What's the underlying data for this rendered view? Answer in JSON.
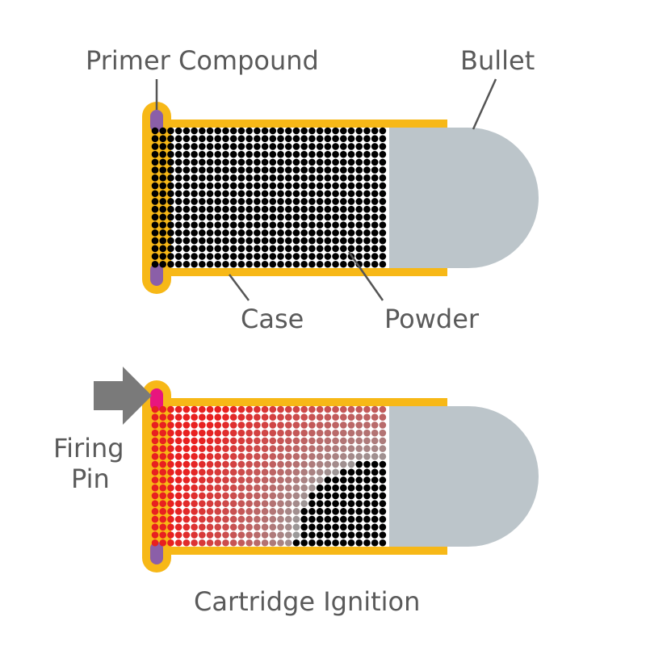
{
  "labels": {
    "primer_compound": "Primer Compound",
    "bullet": "Bullet",
    "case": "Case",
    "powder": "Powder",
    "firing_pin_line1": "Firing",
    "firing_pin_line2": "Pin",
    "caption": "Cartridge Ignition"
  },
  "colors": {
    "case": "#f7b817",
    "bullet": "#bcc5ca",
    "primer": "#8b5fa8",
    "ignited_primer": "#e8157e",
    "powder": "#000000",
    "burning_powder": "#e82020",
    "unburned_gray": "#9a9a9a",
    "arrow": "#7a7a7a",
    "leader_line": "#555555",
    "text": "#5a5a5a"
  },
  "icons": {
    "firing_pin": "arrow-right-icon"
  }
}
